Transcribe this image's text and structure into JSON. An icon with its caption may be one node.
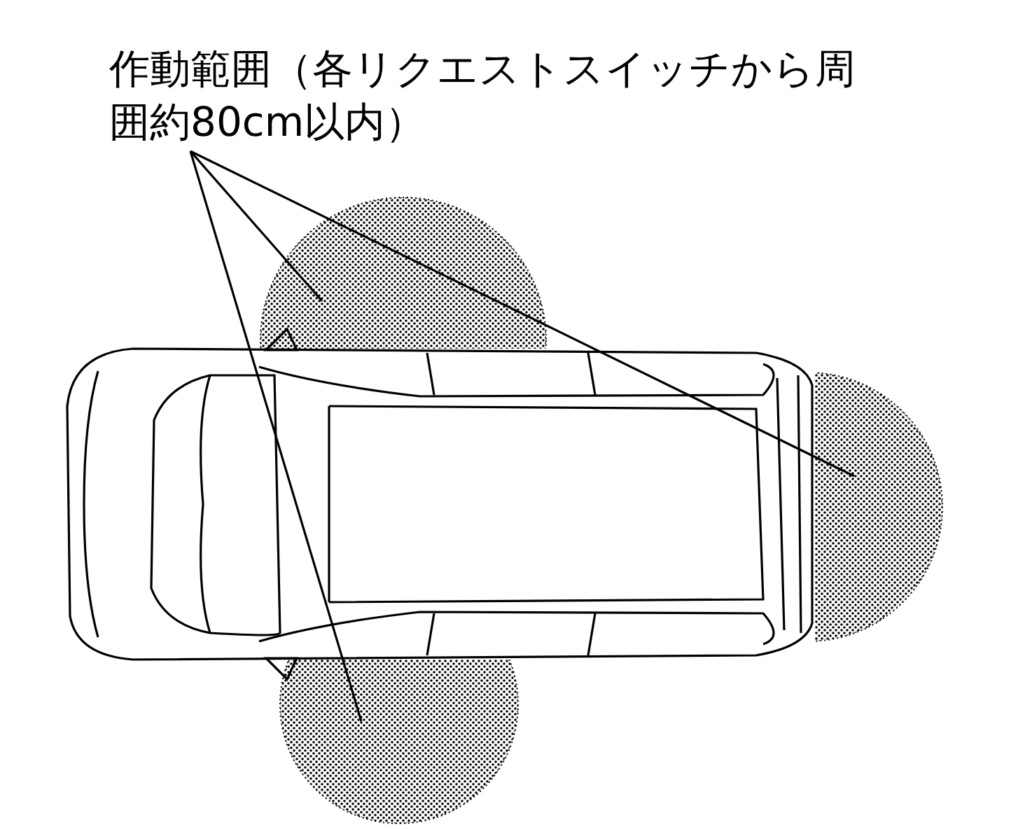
{
  "diagram": {
    "nodes": [
      {
        "text": [
          "作動範囲（各リクエストスイッチから周囲約80cm以内）"
        ]
      },
      {
        "text": [],
        "shape": "circle"
      },
      {
        "text": [],
        "shape": "circle"
      },
      {
        "text": [],
        "shape": "circle"
      }
    ],
    "edges": [
      {
        "from": 0,
        "to": 1,
        "arrow": "none"
      },
      {
        "from": 0,
        "to": 2,
        "arrow": "none"
      },
      {
        "from": 0,
        "to": 3,
        "arrow": "none"
      }
    ]
  }
}
